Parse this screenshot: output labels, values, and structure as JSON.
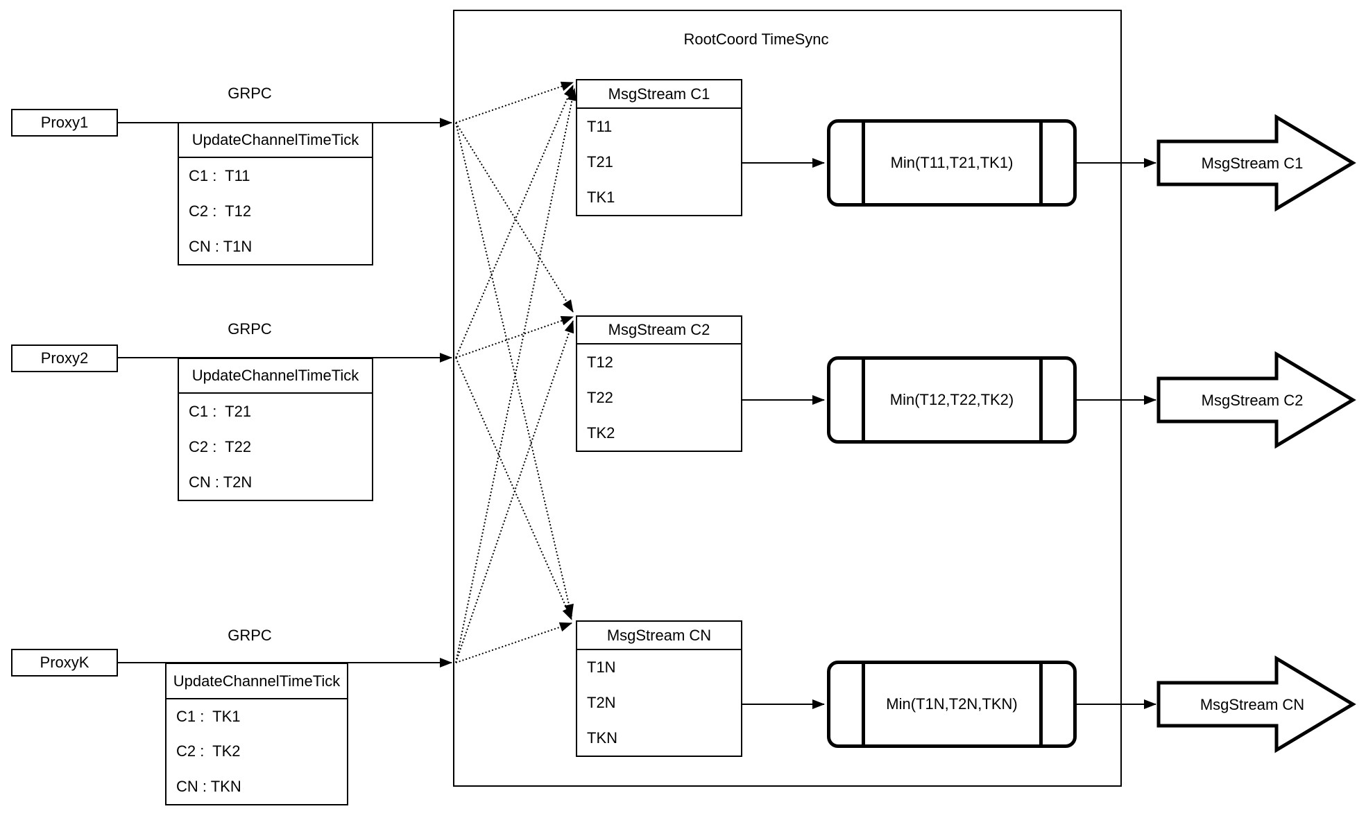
{
  "diagram_title": "RootCoord TimeSync",
  "proxies": [
    {
      "name": "Proxy1",
      "protocol": "GRPC",
      "tick_header": "UpdateChannelTimeTick",
      "ticks": [
        "C1 :  T11",
        "C2 :  T12",
        "CN : T1N"
      ]
    },
    {
      "name": "Proxy2",
      "protocol": "GRPC",
      "tick_header": "UpdateChannelTimeTick",
      "ticks": [
        "C1 :  T21",
        "C2 :  T22",
        "CN : T2N"
      ]
    },
    {
      "name": "ProxyK",
      "protocol": "GRPC",
      "tick_header": "UpdateChannelTimeTick",
      "ticks": [
        "C1 :  TK1",
        "C2 :  TK2",
        "CN : TKN"
      ]
    }
  ],
  "streams": [
    {
      "header": "MsgStream C1",
      "timestamps": [
        "T11",
        "T21",
        "TK1"
      ],
      "min_label": "Min(T11,T21,TK1)",
      "output_label": "MsgStream C1"
    },
    {
      "header": "MsgStream C2",
      "timestamps": [
        "T12",
        "T22",
        "TK2"
      ],
      "min_label": "Min(T12,T22,TK2)",
      "output_label": "MsgStream C2"
    },
    {
      "header": "MsgStream CN",
      "timestamps": [
        "T1N",
        "T2N",
        "TKN"
      ],
      "min_label": "Min(T1N,T2N,TKN)",
      "output_label": "MsgStream CN"
    }
  ],
  "colors": {
    "stroke": "#000000",
    "background": "#ffffff"
  }
}
